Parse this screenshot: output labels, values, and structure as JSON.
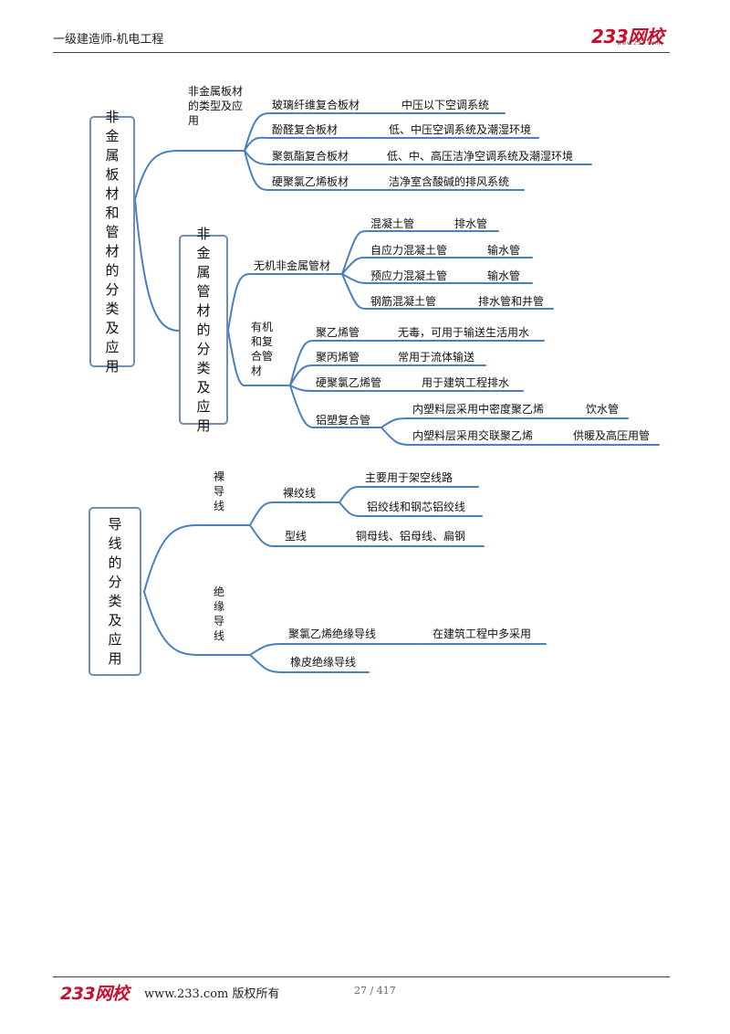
{
  "header": {
    "title": "一级建造师-机电工程",
    "logo": "233网校",
    "logo_url": "www.233.com"
  },
  "footer": {
    "logo": "233网校",
    "site": "www.233.com 版权所有",
    "page": "27 / 417"
  },
  "map1": {
    "root": "非金属板材和管材的分类及应用",
    "plates": {
      "label": "非金属板材的类型及应用",
      "items": [
        {
          "name": "玻璃纤维复合板材",
          "use": "中压以下空调系统"
        },
        {
          "name": "酚醛复合板材",
          "use": "低、中压空调系统及潮湿环境"
        },
        {
          "name": "聚氨酯复合板材",
          "use": "低、中、高压洁净空调系统及潮湿环境"
        },
        {
          "name": "硬聚氯乙烯板材",
          "use": "洁净室含酸碱的排风系统"
        }
      ]
    },
    "pipes": {
      "label": "非金属管材的分类及应用",
      "inorganic": {
        "label": "无机非金属管材",
        "items": [
          {
            "name": "混凝土管",
            "use": "排水管"
          },
          {
            "name": "自应力混凝土管",
            "use": "输水管"
          },
          {
            "name": "预应力混凝土管",
            "use": "输水管"
          },
          {
            "name": "钢筋混凝土管",
            "use": "排水管和井管"
          }
        ]
      },
      "organic": {
        "label": "有机和复合管材",
        "items": [
          {
            "name": "聚乙烯管",
            "use": "无毒，可用于输送生活用水"
          },
          {
            "name": "聚丙烯管",
            "use": "常用于流体输送"
          },
          {
            "name": "硬聚氯乙烯管",
            "use": "用于建筑工程排水"
          }
        ],
        "composite": {
          "name": "铝塑复合管",
          "items": [
            {
              "name": "内塑料层采用中密度聚乙烯",
              "use": "饮水管"
            },
            {
              "name": "内塑料层采用交联聚乙烯",
              "use": "供暖及高压用管"
            }
          ]
        }
      }
    }
  },
  "map2": {
    "root": "导线的分类及应用",
    "bare": {
      "label": "裸导线",
      "stranded": {
        "label": "裸绞线",
        "items": [
          "主要用于架空线路",
          "铝绞线和钢芯铝绞线"
        ]
      },
      "profile": {
        "label": "型线",
        "use": "铜母线、铝母线、扁钢"
      }
    },
    "insulated": {
      "label": "绝缘导线",
      "items": [
        {
          "name": "聚氯乙烯绝缘导线",
          "use": "在建筑工程中多采用"
        },
        {
          "name": "橡皮绝缘导线"
        }
      ]
    }
  },
  "colors": {
    "line": "#4a7fc0",
    "box": "#6f8db5",
    "logo": "#c8102e"
  }
}
